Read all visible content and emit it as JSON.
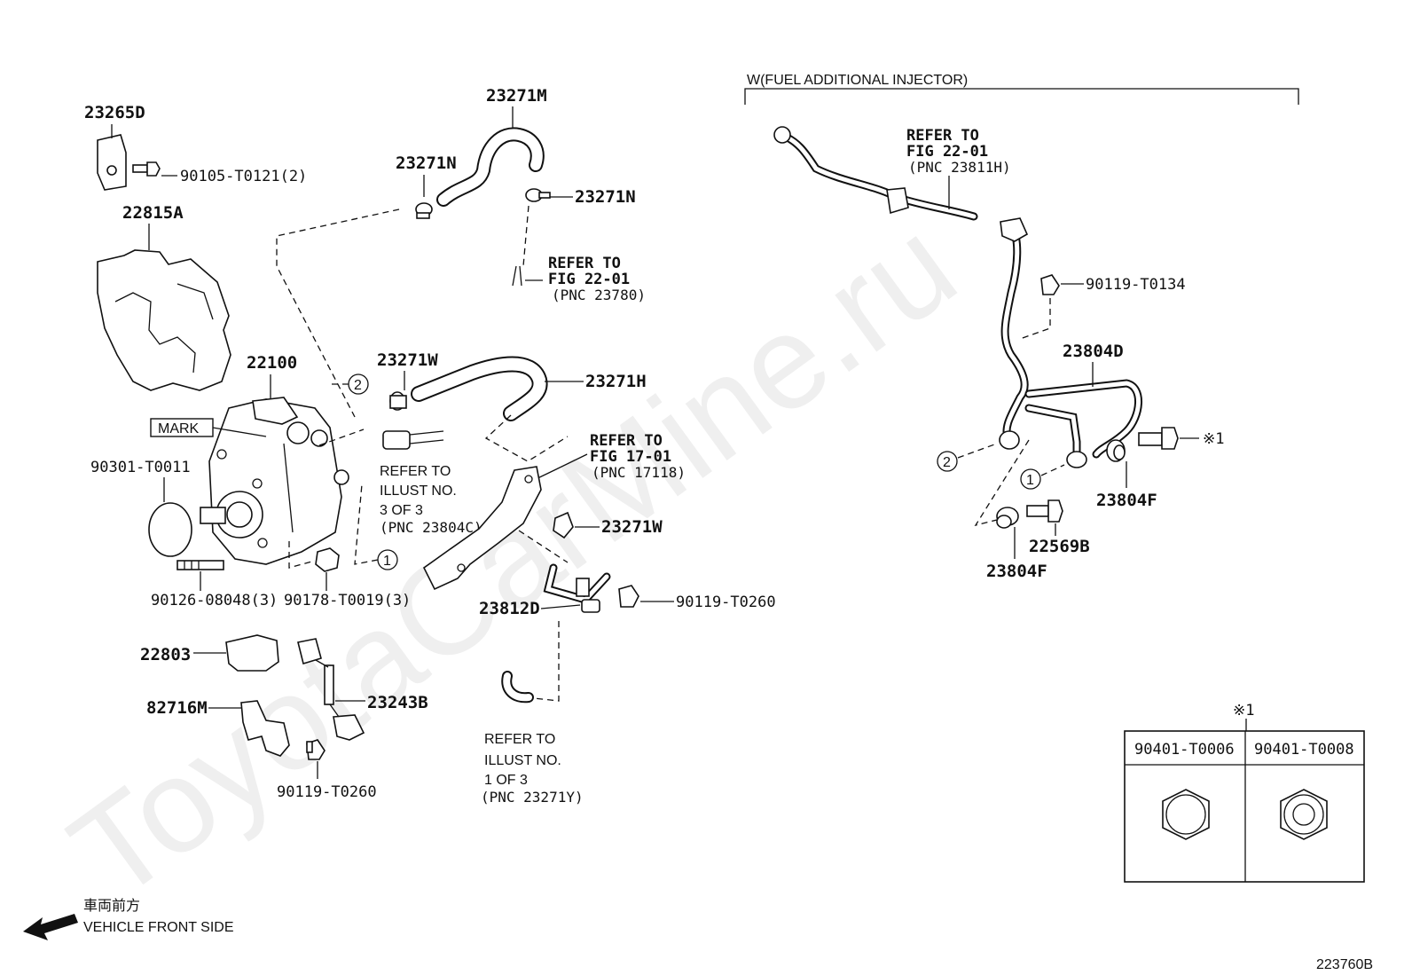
{
  "watermark": "ToyotaCarMine.ru",
  "diagram_id": "223760B",
  "direction": {
    "jp": "車両前方",
    "en": "VEHICLE FRONT SIDE"
  },
  "group_label": "W(FUEL ADDITIONAL INJECTOR)",
  "mark_label": "MARK",
  "parts": {
    "p23265D": "23265D",
    "p90105": "90105-T0121(2)",
    "p22815A": "22815A",
    "p22100": "22100",
    "p90301": "90301-T0011",
    "p90126": "90126-08048(3)",
    "p90178": "90178-T0019(3)",
    "p22803": "22803",
    "p82716M": "82716M",
    "p23243B": "23243B",
    "p90119_a": "90119-T0260",
    "p23271M": "23271M",
    "p23271N_l": "23271N",
    "p23271N_r": "23271N",
    "p23271W_t": "23271W",
    "p23271H": "23271H",
    "p23271W_b": "23271W",
    "p23812D": "23812D",
    "p90119_b": "90119-T0260",
    "p90119_c": "90119-T0134",
    "p23804D": "23804D",
    "p23804F_r": "23804F",
    "p22569B": "22569B",
    "p23804F_b": "23804F",
    "asterisk": "※1"
  },
  "refs": {
    "r_22_01_a": [
      "REFER TO",
      "FIG 22-01",
      "(PNC 23780)"
    ],
    "r_17_01": [
      "REFER TO",
      "FIG 17-01",
      "(PNC 17118)"
    ],
    "r_22_01_b": [
      "REFER TO",
      "FIG 22-01",
      "(PNC 23811H)"
    ],
    "r_illust_3": [
      "REFER TO",
      "ILLUST NO.",
      "3 OF 3",
      "(PNC 23804C)"
    ],
    "r_illust_1": [
      "REFER TO",
      "ILLUST NO.",
      "1 OF 3",
      "(PNC 23271Y)"
    ]
  },
  "callouts": [
    "1",
    "2"
  ],
  "table": {
    "note": "※1",
    "columns": [
      "90401-T0006",
      "90401-T0008"
    ]
  }
}
